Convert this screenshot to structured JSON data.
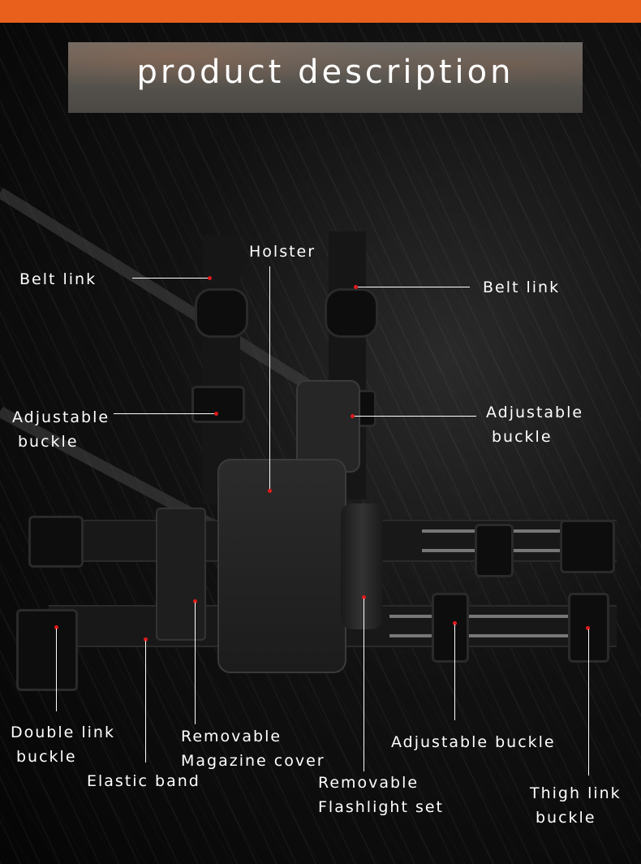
{
  "banner": {
    "title": "product description"
  },
  "labels": {
    "holster": "Holster",
    "belt_link_left": "Belt link",
    "belt_link_right": "Belt link",
    "adjustable_buckle_left_1": "Adjustable",
    "adjustable_buckle_left_2": "buckle",
    "adjustable_buckle_right_1": "Adjustable",
    "adjustable_buckle_right_2": "buckle",
    "double_link_1": "Double link",
    "double_link_2": "buckle",
    "elastic_band": "Elastic band",
    "magazine_cover_1": "Removable",
    "magazine_cover_2": "Magazine cover",
    "flashlight_1": "Removable",
    "flashlight_2": "Flashlight set",
    "adjustable_buckle_bottom": "Adjustable buckle",
    "thigh_link_1": "Thigh link",
    "thigh_link_2": "buckle"
  },
  "colors": {
    "top_bar": "#e8601c",
    "pointer_dot": "#e21b1b",
    "label_text": "#ffffff"
  }
}
